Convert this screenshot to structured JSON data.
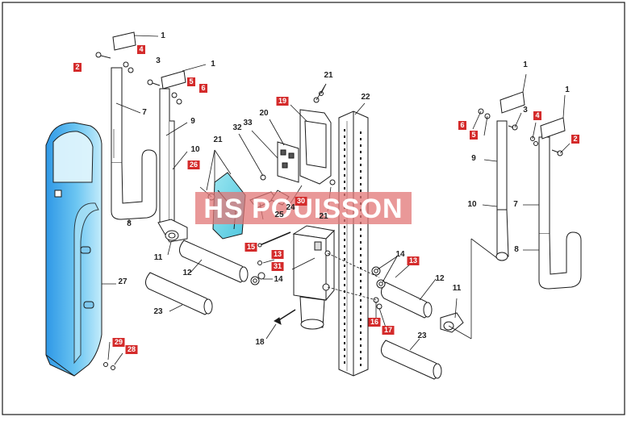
{
  "watermark": {
    "text": "HS POUISSON"
  },
  "colors": {
    "outline": "#1a1a1a",
    "red_tag": "#d42b2b",
    "watermark_bg": "#e17575",
    "cover_blue": "#3aa6ea",
    "cover_light": "#c9ecfb",
    "part_cyan": "#74d8e8"
  },
  "callouts": [
    {
      "id": "c1a",
      "text": "1",
      "red": false
    },
    {
      "id": "c2a",
      "text": "2",
      "red": true
    },
    {
      "id": "c4a",
      "text": "4",
      "red": true
    },
    {
      "id": "c3a",
      "text": "3",
      "red": false
    },
    {
      "id": "c1b",
      "text": "1",
      "red": false
    },
    {
      "id": "c5a",
      "text": "5",
      "red": true
    },
    {
      "id": "c6a",
      "text": "6",
      "red": true
    },
    {
      "id": "c7a",
      "text": "7",
      "red": false
    },
    {
      "id": "c9a",
      "text": "9",
      "red": false
    },
    {
      "id": "c10a",
      "text": "10",
      "red": false
    },
    {
      "id": "c8a",
      "text": "8",
      "red": false
    },
    {
      "id": "c26",
      "text": "26",
      "red": true
    },
    {
      "id": "c21a",
      "text": "21",
      "red": false
    },
    {
      "id": "c32",
      "text": "32",
      "red": false
    },
    {
      "id": "c33",
      "text": "33",
      "red": false
    },
    {
      "id": "c20",
      "text": "20",
      "red": false
    },
    {
      "id": "c19",
      "text": "19",
      "red": true
    },
    {
      "id": "c21b",
      "text": "21",
      "red": false
    },
    {
      "id": "c22",
      "text": "22",
      "red": false
    },
    {
      "id": "c30",
      "text": "30",
      "red": true
    },
    {
      "id": "c24",
      "text": "24",
      "red": false
    },
    {
      "id": "c25",
      "text": "25",
      "red": false
    },
    {
      "id": "c21c",
      "text": "21",
      "red": false
    },
    {
      "id": "c11a",
      "text": "11",
      "red": false
    },
    {
      "id": "c12a",
      "text": "12",
      "red": false
    },
    {
      "id": "c15",
      "text": "15",
      "red": true
    },
    {
      "id": "c13a",
      "text": "13",
      "red": true
    },
    {
      "id": "c31",
      "text": "31",
      "red": true
    },
    {
      "id": "c14a",
      "text": "14",
      "red": false
    },
    {
      "id": "c27",
      "text": "27",
      "red": false
    },
    {
      "id": "c23a",
      "text": "23",
      "red": false
    },
    {
      "id": "c18",
      "text": "18",
      "red": false
    },
    {
      "id": "c29",
      "text": "29",
      "red": true
    },
    {
      "id": "c28",
      "text": "28",
      "red": true
    },
    {
      "id": "c1c",
      "text": "1",
      "red": false
    },
    {
      "id": "c1d",
      "text": "1",
      "red": false
    },
    {
      "id": "c6b",
      "text": "6",
      "red": true
    },
    {
      "id": "c3b",
      "text": "3",
      "red": false
    },
    {
      "id": "c5b",
      "text": "5",
      "red": true
    },
    {
      "id": "c4b",
      "text": "4",
      "red": true
    },
    {
      "id": "c2b",
      "text": "2",
      "red": true
    },
    {
      "id": "c9b",
      "text": "9",
      "red": false
    },
    {
      "id": "c10b",
      "text": "10",
      "red": false
    },
    {
      "id": "c7b",
      "text": "7",
      "red": false
    },
    {
      "id": "c8b",
      "text": "8",
      "red": false
    },
    {
      "id": "c14b",
      "text": "14",
      "red": false
    },
    {
      "id": "c13b",
      "text": "13",
      "red": true
    },
    {
      "id": "c12b",
      "text": "12",
      "red": false
    },
    {
      "id": "c11b",
      "text": "11",
      "red": false
    },
    {
      "id": "c16",
      "text": "16",
      "red": true
    },
    {
      "id": "c17",
      "text": "17",
      "red": true
    },
    {
      "id": "c23b",
      "text": "23",
      "red": false
    }
  ]
}
